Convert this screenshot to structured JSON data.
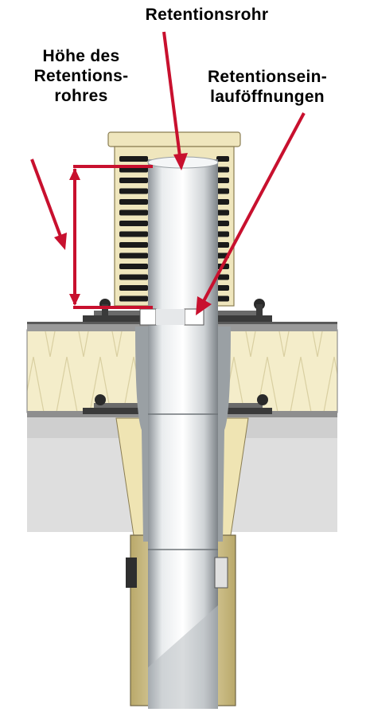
{
  "labels": {
    "retention_pipe": "Retentionsrohr",
    "height_line1": "Höhe des",
    "height_line2": "Retentions-",
    "height_line3": "rohres",
    "inlet_line1": "Retentionsein-",
    "inlet_line2": "lauföffnungen"
  },
  "colors": {
    "annotation": "#c8102e",
    "pipe": "#d9dde0",
    "insulation": "#f3ecc6",
    "concrete": "#d6d6d6",
    "grille": "#e9dfb4",
    "slot": "#1a1a1a"
  }
}
